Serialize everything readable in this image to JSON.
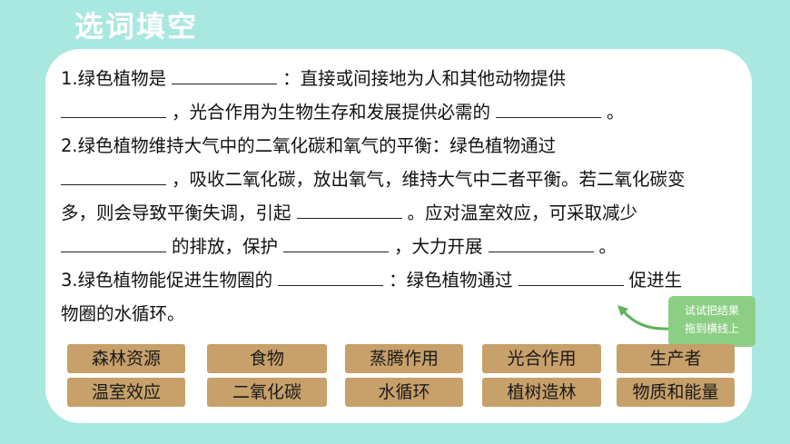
{
  "title": "选词填空",
  "lines": [
    [
      "1.绿色植物是",
      "：直接或间接地为人和其他动物提供"
    ],
    [
      "",
      "，光合作用为生物生存和发展提供必需的",
      "。"
    ],
    [
      "2.绿色植物维持大气中的二氧化碳和氧气的平衡：绿色植物通过"
    ],
    [
      "",
      "，吸收二氧化碳，放出氧气，维持大气中二者平衡。若二氧化碳变"
    ],
    [
      "多，则会导致平衡失调，引起",
      "。应对温室效应，可采取减少"
    ],
    [
      "",
      "的排放，保护",
      "，大力开展",
      "。"
    ],
    [
      "3.绿色植物能促进生物圈的",
      "：绿色植物通过",
      "促进生"
    ],
    [
      "物圈的水循环。"
    ]
  ],
  "hint": [
    "试试把结果",
    "拖到横线上"
  ],
  "options": [
    "森林资源",
    "食物",
    "蒸腾作用",
    "光合作用",
    "生产者",
    "温室效应",
    "二氧化碳",
    "水循环",
    "植树造林",
    "物质和能量"
  ],
  "colors": {
    "background": "#a8e8e0",
    "option": "#c7a06a",
    "hint": "#8ccf84"
  }
}
